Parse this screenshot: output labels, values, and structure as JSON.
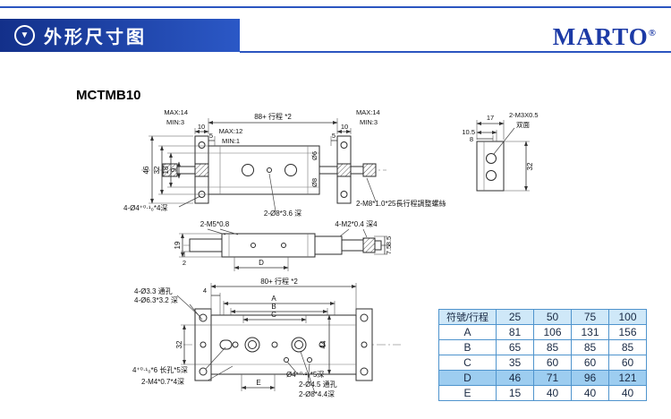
{
  "header": {
    "section_title": "外形尺寸图",
    "brand": "MARTO",
    "brand_reg": "®"
  },
  "icons": {
    "section_marker": "▼"
  },
  "model": "MCTMB10",
  "colors": {
    "brand_blue": "#1c3aa6",
    "header_gradient_start": "#13308a",
    "header_gradient_end": "#2b58c6",
    "table_header_bg": "#cfe8f8",
    "table_highlight_bg": "#9dcdf0",
    "table_border": "#4f94cd"
  },
  "drawing": {
    "front": {
      "dim_stroke": "88+ 行程 *2",
      "max14_l": "MAX:14",
      "min3_l": "MIN:3",
      "max12": "MAX:12",
      "min1": "MIN:1",
      "max14_r": "MAX:14",
      "min3_r": "MIN:3",
      "d10_l": "10",
      "d5_l": "5",
      "d10_r": "10",
      "d5_r": "5",
      "d46": "46",
      "d32": "32",
      "d18": "18",
      "d9": "9",
      "dia6": "Ø6",
      "dia8": "Ø8",
      "hole4": "4-Ø4⁺⁰·¹₀*4深",
      "hole8": "2-Ø8*3.6 深",
      "screw": "2-M8*1.0*25長行程調整螺絲"
    },
    "side": {
      "d17": "17",
      "d105": "10.5",
      "d8": "8",
      "thread": "2-M3X0.5",
      "both_sides": "双面",
      "d32": "32"
    },
    "profile": {
      "m5": "2-M5*0.8",
      "m2": "4-M2*0.4 深4",
      "d19": "19",
      "d2": "2",
      "dD": "D",
      "d85": "8.5",
      "d75": "7.5"
    },
    "plan": {
      "dim_stroke": "80+ 行程 *2",
      "d4": "4",
      "dA": "A",
      "dB": "B",
      "dC": "C",
      "hole33": "4-Ø3.3 通孔",
      "hole63": "4-Ø6.3*3.2 深",
      "d32": "32",
      "d44": "44",
      "slot": "4⁺⁰·¹₀*6 长孔*5深",
      "m4": "2-M4*0.7*4深",
      "dia4": "Ø4⁺⁰·¹₀*5深",
      "hole45": "2-Ø4.5 通孔",
      "hole84": "2-Ø8*4.4深",
      "dE": "E"
    }
  },
  "table": {
    "headers": [
      "符號/行程",
      "25",
      "50",
      "75",
      "100"
    ],
    "rows": [
      {
        "label": "A",
        "values": [
          "81",
          "106",
          "131",
          "156"
        ]
      },
      {
        "label": "B",
        "values": [
          "65",
          "85",
          "85",
          "85"
        ]
      },
      {
        "label": "C",
        "values": [
          "35",
          "60",
          "60",
          "60"
        ]
      },
      {
        "label": "D",
        "values": [
          "46",
          "71",
          "96",
          "121"
        ]
      },
      {
        "label": "E",
        "values": [
          "15",
          "40",
          "40",
          "40"
        ]
      }
    ]
  }
}
